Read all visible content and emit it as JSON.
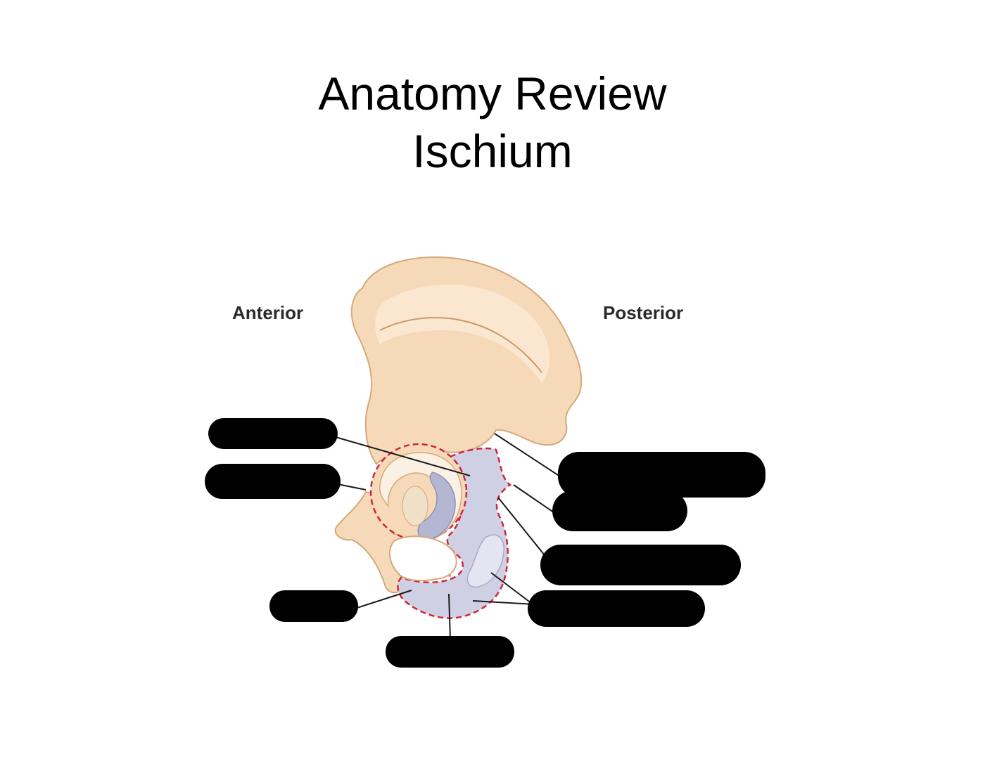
{
  "title": {
    "line1": "Anatomy Review",
    "line2": "Ischium"
  },
  "orientation": {
    "left": "Anterior",
    "right": "Posterior"
  },
  "colors": {
    "bone": "#f6d9b8",
    "bone_edge": "#d4a97a",
    "ischium": "#cfd0e3",
    "ischium_shadow": "#a9abc8",
    "outline": "#d0253a",
    "redaction": "#000000",
    "leader": "#1a1a1a"
  },
  "label_count": 9
}
